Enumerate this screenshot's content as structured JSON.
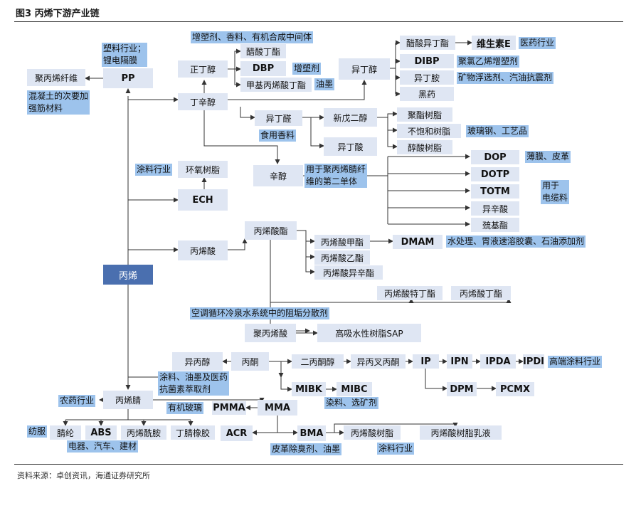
{
  "figure": {
    "title": "图3  丙烯下游产业链",
    "source": "资料来源：卓创资讯，海通证券研究所"
  },
  "nodes": {
    "pp": "PP",
    "pp_fiber": "聚丙烯纤维",
    "butanol_n": "正丁醇",
    "dbp": "DBP",
    "butyl_acetate": "醋酸丁酯",
    "butyl_mma": "甲基丙烯酸丁酯",
    "butyl_octanol": "丁辛醇",
    "isobutanol": "异丁醇",
    "isobutyl_acetate": "醋酸异丁酯",
    "vit_e": "维生素E",
    "dibp": "DIBP",
    "isobutylamine": "异丁胺",
    "black_drug": "黑药",
    "isobutyraldehyde": "异丁醛",
    "npg": "新戊二醇",
    "isobutyric_acid": "异丁酸",
    "polyester_resin": "聚酯树脂",
    "unsat_resin": "不饱和树脂",
    "alkyd_resin": "醇酸树脂",
    "octanol": "辛醇",
    "dop": "DOP",
    "dotp": "DOTP",
    "totm": "TOTM",
    "isooctanoic": "异辛酸",
    "thiol_ester": "巯基酯",
    "epoxy": "环氧树脂",
    "ech": "ECH",
    "acrylic_acid": "丙烯酸",
    "acrylate": "丙烯酸酯",
    "methyl_acrylate": "丙烯酸甲酯",
    "dmam": "DMAM",
    "ethyl_acrylate": "丙烯酸乙酯",
    "isooctyl_acrylate": "丙烯酸异辛酯",
    "tert_butyl_acrylate": "丙烯酸特丁酯",
    "butyl_acrylate": "丙烯酸丁酯",
    "paa": "聚丙烯酸",
    "sap": "高吸水性树脂SAP",
    "propylene": "丙烯",
    "ipa": "异丙醇",
    "acetone": "丙酮",
    "diacetone_alcohol": "二丙酮醇",
    "mesityl_oxide": "异丙叉丙酮",
    "ip": "IP",
    "ipn": "IPN",
    "ipda": "IPDA",
    "ipdi": "IPDI",
    "dpm": "DPM",
    "pcmx": "PCMX",
    "mibk": "MIBK",
    "mibc": "MIBC",
    "acn": "丙烯腈",
    "pmma": "PMMA",
    "mma": "MMA",
    "acr": "ACR",
    "bma": "BMA",
    "acrylic_resin": "丙烯酸树脂",
    "acrylic_emulsion": "丙烯酸树脂乳液",
    "acrylic_fiber": "腈纶",
    "abs": "ABS",
    "acrylamide": "丙烯酰胺",
    "nbr": "丁腈橡胶"
  },
  "notes": {
    "pp_use": "塑料行业；\n锂电隔膜",
    "concrete": "混凝土的次要加\n强筋材料",
    "plasticizer_inter": "增塑剂、香料、有机合成中间体",
    "plasticizer": "增塑剂",
    "ink": "油墨",
    "medicine": "医药行业",
    "pvc_plasticizer": "聚氯乙烯增塑剂",
    "flotation": "矿物浮选剂、汽油抗震剂",
    "glass_fiber": "玻璃钢、工艺品",
    "food_flavor": "食用香料",
    "pan_monomer": "用于聚丙烯腈纤\n维的第二单体",
    "film_leather": "薄膜、皮革",
    "cable": "用于\n电缆料",
    "coating_ind": "涂料行业",
    "water_treat": "水处理、胃液速溶胶囊、石油添加剂",
    "ac_dispersant": "空调循环冷泉水系统中的阻垢分散剂",
    "coating_ink_med": "涂料、油墨及医药\n抗菌素萃取剂",
    "hiend_coating": "高端涂料行业",
    "dye_flotation": "染料、选矿剂",
    "pesticide": "农药行业",
    "organic_glass": "有机玻璃",
    "textile": "纺服",
    "appliance": "电器、汽车、建材",
    "leather_ink": "皮革除臭剂、油墨",
    "coating_ind2": "涂料行业"
  }
}
